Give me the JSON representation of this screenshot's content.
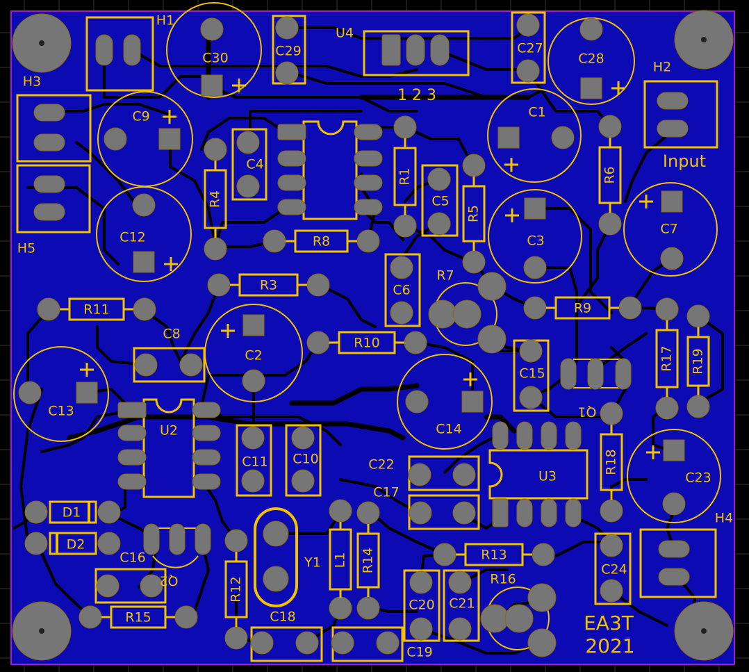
{
  "colors": {
    "background": "#000000",
    "grid": "#343434",
    "copper": "#0c0ab3",
    "trace": "#000000",
    "silkscreen": "#f2c200",
    "pad": "#767676",
    "pad_outline": "#8a6a00",
    "outline": "#a020c8"
  },
  "board_text": {
    "pin_numbers": "1  2  3",
    "input_label": "Input",
    "brand": "EA3T",
    "year": "2021"
  },
  "components": [
    "H1",
    "H2",
    "H3",
    "H4",
    "H5",
    "C1",
    "C2",
    "C3",
    "C4",
    "C5",
    "C6",
    "C7",
    "C8",
    "C9",
    "C10",
    "C11",
    "C12",
    "C13",
    "C14",
    "C15",
    "C16",
    "C17",
    "C18",
    "C19",
    "C20",
    "C21",
    "C22",
    "C23",
    "C24",
    "C27",
    "C28",
    "C29",
    "C30",
    "R1",
    "R3",
    "R4",
    "R5",
    "R6",
    "R7",
    "R8",
    "R9",
    "R10",
    "R11",
    "R12",
    "R13",
    "R14",
    "R15",
    "R16",
    "R17",
    "R18",
    "R19",
    "U2",
    "U3",
    "U4",
    "D1",
    "D2",
    "L1",
    "Y1",
    "Q1",
    "Q2"
  ]
}
